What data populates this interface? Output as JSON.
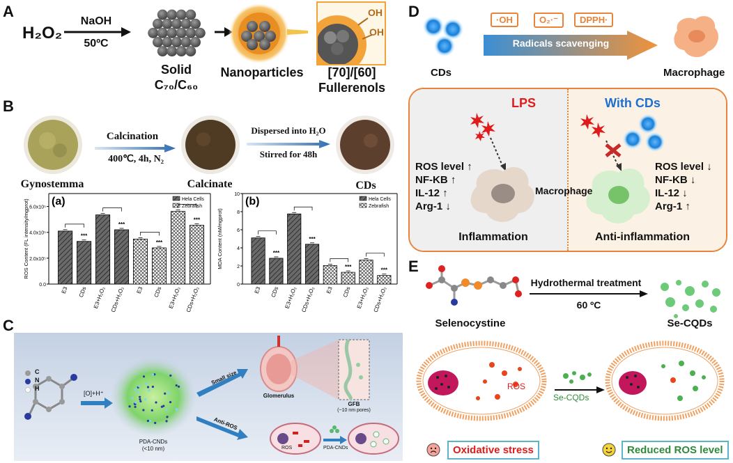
{
  "panels": {
    "A": {
      "letter": "A",
      "reactant": "H₂O₂",
      "arrow_top": "NaOH",
      "arrow_bottom": "50ºC",
      "solid_line1": "Solid",
      "solid_line2": "C₇₀/C₆₀",
      "nano_label": "Nanoparticles",
      "fullerenol_line1": "[70]/[60]",
      "fullerenol_line2": "Fullerenols",
      "oh1": "OH",
      "oh2": "OH"
    },
    "B": {
      "letter": "B",
      "step1": "Gynostemma",
      "arrow1_top": "Calcination",
      "arrow1_bottom": "400℃, 4h, N₂",
      "step2": "Calcinate",
      "arrow2_top": "Dispersed into H₂O",
      "arrow2_bottom": "Stirred for 48h",
      "step3": "CDs"
    },
    "C": {
      "letter": "C",
      "atom_c": "C",
      "atom_n": "N",
      "atom_h": "H",
      "reaction": "[O]+H⁺",
      "particle_line1": "PDA-CNDs",
      "particle_line2": "(<10 nm)",
      "route1": "Small size",
      "route2": "Anti-ROS",
      "glomerulus": "Glomerulus",
      "gfb_line1": "GFB",
      "gfb_line2": "(~10 nm pores)",
      "ros": "ROS",
      "pda": "PDA-CNDs"
    },
    "D": {
      "letter": "D",
      "cds": "CDs",
      "macrophage_top": "Macrophage",
      "radicals": [
        "·OH",
        "O₂·⁻",
        "DPPH·"
      ],
      "scavenging": "Radicals scavenging",
      "lps": "LPS",
      "with_cds": "With CDs",
      "left_markers": [
        "ROS level ↑",
        "NF-KB ↑",
        "IL-12 ↑",
        "Arg-1 ↓"
      ],
      "right_markers": [
        "ROS level ↓",
        "NF-KB ↓",
        "IL-12 ↓",
        "Arg-1 ↑"
      ],
      "macrophage_mid": "Macrophage",
      "inflammation": "Inflammation",
      "anti_inflammation": "Anti-inflammation"
    },
    "E": {
      "letter": "E",
      "treatment": "Hydrothermal treatment",
      "temperature": "60 ºC",
      "precursor": "Selenocystine",
      "product": "Se-CQDs",
      "ros": "ROS",
      "arrow_label": "Se-CQDs",
      "left_state": "Oxidative stress",
      "right_state": "Reduced ROS level"
    }
  },
  "chart_data": [
    {
      "type": "bar",
      "panel_label": "(a)",
      "ylabel": "ROS Content (FL intensity/mgprot)",
      "categories": [
        "E3",
        "CDs",
        "E3+H₂O₂",
        "CDs+H₂O₂"
      ],
      "series": [
        {
          "name": "Hela Cells",
          "values": [
            410000,
            330000,
            535000,
            420000
          ]
        },
        {
          "name": "Zebrafish",
          "values": [
            348000,
            280000,
            562000,
            455000
          ]
        }
      ],
      "y_ticks": [
        "0.0",
        "2.0x10⁵",
        "4.0x10⁵",
        "6.0x10⁵"
      ],
      "ylim": [
        0,
        700000
      ],
      "significance": "***",
      "legend": "top-right",
      "colors": {
        "hela": "#5a5a5a",
        "zebrafish": "#ffffff"
      }
    },
    {
      "type": "bar",
      "panel_label": "(b)",
      "ylabel": "MDA Content (nM/mgprot)",
      "categories": [
        "E3",
        "CDs",
        "E3+H₂O₂",
        "CDs+H₂O₂"
      ],
      "series": [
        {
          "name": "Hela Cells",
          "values": [
            5.1,
            2.85,
            7.75,
            4.4
          ]
        },
        {
          "name": "Zebrafish",
          "values": [
            2.05,
            1.3,
            2.65,
            0.95
          ]
        }
      ],
      "y_ticks": [
        "0",
        "2",
        "4",
        "6",
        "8",
        "10"
      ],
      "ylim": [
        0,
        10
      ],
      "significance": "***",
      "legend": "top-right",
      "colors": {
        "hela": "#5a5a5a",
        "zebrafish": "#ffffff"
      }
    }
  ]
}
